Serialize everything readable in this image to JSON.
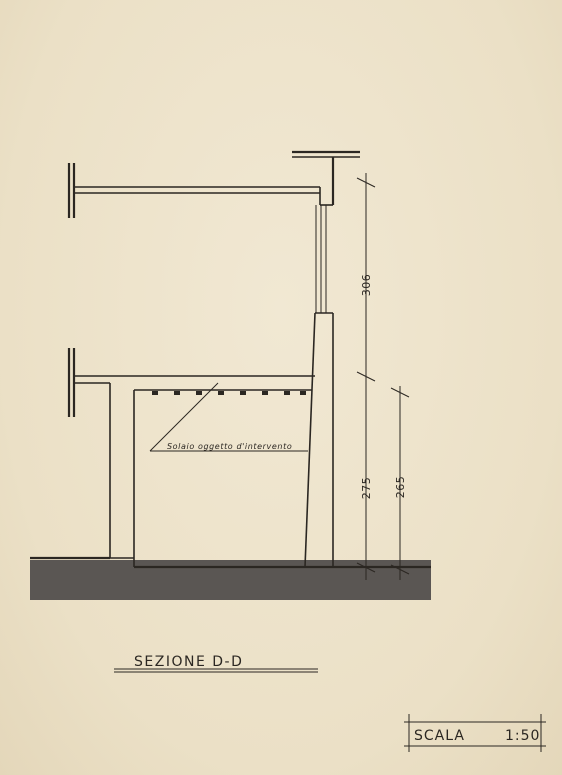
{
  "drawing": {
    "note": "Solaio  oggetto d'intervento",
    "dim_upper": "306",
    "dim_lower_left": "275",
    "dim_lower_right": "265",
    "section_title": "SEZIONE  D-D",
    "scale_label": "SCALA",
    "scale_value": "1:50"
  },
  "colors": {
    "paper": "#ede3cc",
    "ink": "#2b2722",
    "ground": "#5a5653"
  }
}
